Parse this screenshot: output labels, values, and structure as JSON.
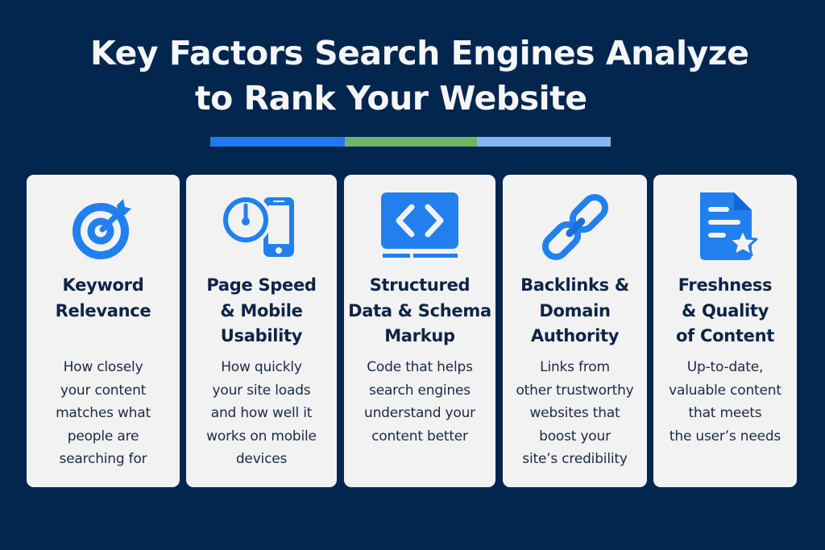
{
  "header": {
    "title_line1": "Key Factors Search Engines Analyze",
    "title_line2": "to Rank Your Website"
  },
  "accent_bar": {
    "segments": [
      {
        "color": "#2279ee",
        "width": 167
      },
      {
        "color": "#72b467",
        "width": 164
      },
      {
        "color": "#85b6f2",
        "width": 166
      }
    ]
  },
  "colors": {
    "background": "#03264f",
    "card": "#f2f2f3",
    "icon_blue": "#2280ee",
    "title_text": "#0e2446",
    "body_text": "#1a2a44"
  },
  "cards": [
    {
      "icon": "target-icon",
      "title_lines": [
        "Keyword",
        "Relevance"
      ],
      "desc_lines": [
        "How closely",
        "your content",
        "matches what",
        "people are",
        "searching for"
      ]
    },
    {
      "icon": "speed-mobile-icon",
      "title_lines": [
        "Page Speed",
        "& Mobile",
        "Usability"
      ],
      "desc_lines": [
        "How quickly",
        "your site loads",
        "and how well it",
        "works on mobile",
        "devices"
      ]
    },
    {
      "icon": "code-monitor-icon",
      "title_lines": [
        "Structured",
        "Data & Schema",
        "Markup"
      ],
      "desc_lines": [
        "Code that helps",
        "search engines",
        "understand your",
        "content better"
      ]
    },
    {
      "icon": "chain-link-icon",
      "title_lines": [
        "Backlinks &",
        "Domain",
        "Authority"
      ],
      "desc_lines": [
        "Links from",
        "other trustworthy",
        "websites that",
        "boost your",
        "site’s credibility"
      ]
    },
    {
      "icon": "document-star-icon",
      "title_lines": [
        "Freshness",
        "& Quality",
        "of Content"
      ],
      "desc_lines": [
        "Up-to-date,",
        "valuable content",
        "that meets",
        "the user’s needs"
      ]
    }
  ]
}
